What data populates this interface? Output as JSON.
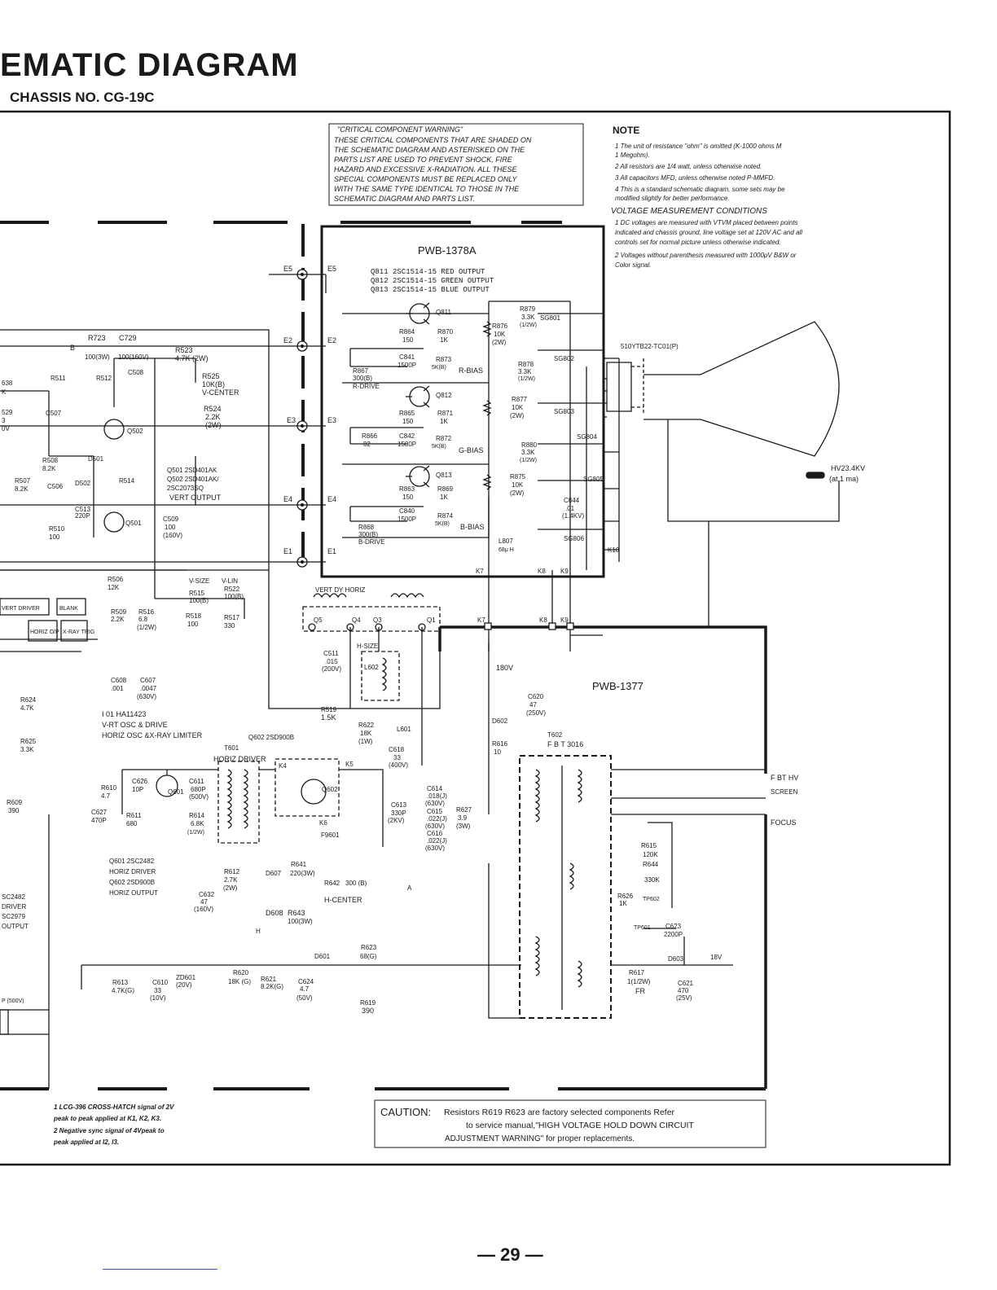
{
  "header": {
    "title": "EMATIC DIAGRAM",
    "chassis": "CHASSIS NO. CG-19C"
  },
  "warning_box": {
    "heading": "\"CRITICAL COMPONENT WARNING\"",
    "lines": [
      "THESE CRITICAL COMPONENTS THAT ARE SHADED ON",
      "THE SCHEMATIC DIAGRAM AND ASTERISKED ON THE",
      "PARTS LIST ARE USED TO PREVENT SHOCK, FIRE",
      "HAZARD AND EXCESSIVE X-RADIATION. ALL THESE",
      "SPECIAL COMPONENTS MUST BE REPLACED ONLY",
      "WITH THE SAME TYPE IDENTICAL TO THOSE IN THE",
      "SCHEMATIC DIAGRAM AND PARTS LIST."
    ]
  },
  "notes": {
    "heading": "NOTE",
    "items": [
      "1  The unit of resistance \"ohm\" is omitted (K-1000 ohms M",
      "   1 Megohm).",
      "2  All resistors are 1/4 watt, unless otherwise noted.",
      "3  All capacitors MFD, unless otherwise noted P-MMFD.",
      "4  This is a standard schematic diagram, some sets may be",
      "   modified slightly for better performance."
    ],
    "voltage_heading": "VOLTAGE MEASUREMENT CONDITIONS",
    "voltage_items": [
      "1  DC voltages are measured with VTVM placed between points",
      "   indicated and chassis ground, line voltage set at 120V AC and all",
      "   controls set for normal picture unless otherwise indicated.",
      "2  Voltages without parenthesis measured with 1000μV B&W or",
      "   Color signal."
    ]
  },
  "boards": {
    "pwb_1378a": "PWB-1378A",
    "pwb_1377": "PWB-1377"
  },
  "transistor_table": [
    "Q811   2SC1514-15   RED OUTPUT",
    "Q812   2SC1514-15   GREEN OUTPUT",
    "Q813   2SC1514-15   BLUE   OUTPUT"
  ],
  "crt": {
    "label": "510YTB22-TC01(P)",
    "hv": "HV23.4KV",
    "hv_current": "(at 1 ma)"
  },
  "connectors": [
    "E5",
    "E2",
    "E3",
    "E4",
    "E1"
  ],
  "components": {
    "r723": "R723",
    "c729": "C729",
    "r723_val": "100(3W)",
    "c729_val": "100(160V)",
    "r523": "R523",
    "r523_val": "4.7K (2W)",
    "r525": "R525",
    "r525_val": "10K(B)",
    "v_center": "V-CENTER",
    "r524": "R524",
    "r524_val": "2.2K",
    "r524_w": "(2W)",
    "r511": "R511",
    "r512": "R512",
    "c508": "C508",
    "c507": "C507",
    "q502": "Q502",
    "q501": "Q501",
    "d501": "D501",
    "d502": "D502",
    "r508": "R508",
    "r508_val": "8.2K",
    "r507": "R507",
    "r507_val": "8.2K",
    "c506": "C506",
    "r514": "R514",
    "c513": "C513",
    "c513_val": "220P",
    "r510": "R510",
    "r510_val": "100",
    "c509": "C509",
    "c509_val": "100",
    "c509_v": "(160V)",
    "q_table": [
      "Q501  2SD401AK",
      "Q502  2SD401AK/",
      "         2SC2073SQ",
      "VERT   OUTPUT"
    ],
    "r506": "R506",
    "r506_val": "12K",
    "v_size": "V-SIZE",
    "v_lin": "V-LIN",
    "r515": "R515",
    "r515_val": "100(B)",
    "r522": "R522",
    "r522_val": "100(B)",
    "r509": "R509",
    "r509_val": "2.2K",
    "r516": "R516",
    "r516_val": "6.8",
    "r516_w": "(1/2W)",
    "r518": "R518",
    "r518_val": "100",
    "r517": "R517",
    "r517_val": "330",
    "ic_driver": "VERT DRIVER",
    "ic_blank": "BLANK",
    "ic_horiz": "HORIZ O/P",
    "ic_xray": "X-RAY TRIG",
    "r864": "R864",
    "r864_val": "150",
    "r870": "R870",
    "r870_val": "1K",
    "c841": "C841",
    "c841_val": "1500P",
    "r873": "R873",
    "r873_val": "5K(B)",
    "r_bias": "R-BIAS",
    "r867": "R867",
    "r867_val": "300(B)",
    "r_drive": "R-DRIVE",
    "r876": "R876",
    "r876_val": "10K",
    "r876_w": "(2W)",
    "r879": "R879",
    "r879_val": "3.3K",
    "r879_w": "(1/2W)",
    "sg801": "SG801",
    "sg802": "SG802",
    "r878": "R878",
    "r878_val": "3.3K",
    "r878_w": "(1/2W)",
    "q811": "Q811",
    "q812": "Q812",
    "q813": "Q813",
    "r865": "R865",
    "r865_val": "150",
    "r871": "R871",
    "r871_val": "1K",
    "r866": "R866",
    "r866_val": "82",
    "c842": "C842",
    "c842_val": "1500P",
    "r872": "R872",
    "r872_val": "5K(B)",
    "g_bias": "G-BIAS",
    "r877": "R877",
    "r877_val": "10K",
    "r877_w": "(2W)",
    "sg803": "SG803",
    "sg804": "SG804",
    "r880": "R880",
    "r880_val": "3.3K",
    "r880_w": "(1/2W)",
    "r863": "R863",
    "r863_val": "150",
    "r869": "R869",
    "r869_val": "1K",
    "c840": "C840",
    "c840_val": "1500P",
    "r874": "R874",
    "r874_val": "5K(B)",
    "b_bias": "B-BIAS",
    "r868": "R868",
    "r868_val": "300(B)",
    "b_drive": "B-DRIVE",
    "r875": "R875",
    "r875_val": "10K",
    "r875_w": "(2W)",
    "sg805": "SG805",
    "c844": "C844",
    "c844_val": ".01",
    "c844_v": "(1.4KV)",
    "sg806": "SG806",
    "l807": "L807",
    "l807_val": "68μ H",
    "k7": "K7",
    "k8": "K8",
    "k9": "K9",
    "k10": "K10",
    "vert_dy": "VERT    DY    HORIZ",
    "q5": "Q5",
    "q4": "Q4",
    "q3": "Q3",
    "q1": "Q1",
    "c511": "C511",
    "c511_val": ".015",
    "c511_v": "(200V)",
    "h_size": "H-SIZE",
    "l602": "L602",
    "r519": "R519",
    "r519_val": "1.5K",
    "c608": "C608",
    "c608_val": ".001",
    "c607": "C607",
    "c607_val": ".0047",
    "c607_v": "(630V)",
    "ic_list": [
      "I 01  HA11423",
      "V-RT  OSC & DRIVE",
      "HORIZ  OSC &X-RAY LIMITER"
    ],
    "q602_label": "Q602  2SD900B",
    "t601": "T601",
    "horiz_driver": "HORIZ DRIVER",
    "r622": "R622",
    "r622_val": "18K",
    "r622_w": "(1W)",
    "l601": "L601",
    "c618": "C618",
    "c618_val": "33",
    "c618_v": "(400V)",
    "v180": "180V",
    "c620": "C620",
    "c620_val": "47",
    "c620_v": "(250V)",
    "d602": "D602",
    "r616": "R616",
    "r616_val": "10",
    "t602": "T602",
    "fbt": "F B T 3016",
    "c626": "C626",
    "c626_val": "10P",
    "r610": "R610",
    "r610_val": "4.7",
    "c627": "C627",
    "c627_val": "470P",
    "r611": "R611",
    "r611_val": "680",
    "c611": "C611",
    "c611_val": "680P",
    "c611_v": "(500V)",
    "r614": "R614",
    "r614_val": "6.8K",
    "r614_w": "(1/2W)",
    "q601": "Q601",
    "q602": "Q602",
    "k4": "K4",
    "k5": "K5",
    "k6": "K6",
    "f9601": "F9601",
    "c614": "C614",
    "c614_val": ".018(J)",
    "c614_v": "(630V)",
    "c613": "C613",
    "c613_val": "330P",
    "c613_v": "(2KV)",
    "c615": "C615",
    "c615_val": ".022(J)",
    "c615_v": "(630V)",
    "r627": "R627",
    "r627_val": "3.9",
    "r627_w": "(3W)",
    "c616": "C616",
    "c616_val": ".022(J)",
    "c616_v": "(630V)",
    "q_list": [
      "Q601  2SC2482",
      "HORIZ  DRIVER",
      "Q602  2SD900B",
      "HORIZ  OUTPUT"
    ],
    "r612": "R612",
    "r612_val": "2.7K",
    "r612_w": "(2W)",
    "r641": "R641",
    "r641_val": "220(3W)",
    "d607": "D607",
    "r642": "R642",
    "r642_val": "300 (B)",
    "h_center": "H-CENTER",
    "c632": "C632",
    "c632_val": "47",
    "c632_v": "(160V)",
    "d608": "D608",
    "r643": "R643",
    "r643_val": "100(3W)",
    "fbt_hv": "F BT  HV",
    "screen": "SCREEN",
    "focus": "FOCUS",
    "r615": "R615",
    "r615_val": "120K",
    "r644": "R644",
    "r644_val": "330K",
    "r626": "R626",
    "r626_val": "1K",
    "tp602": "TP602",
    "tp601": "TP601",
    "c623": "C623",
    "c623_val": "2200P",
    "d603": "D603",
    "v18": "18V",
    "r617": "R617",
    "r617_val": "1(1/2W)",
    "r617_fr": "FR",
    "c621": "C621",
    "c621_val": "470",
    "c621_v": "(25V)",
    "r623": "R623",
    "r623_val": "68(G)",
    "d601": "D601",
    "r613": "R613",
    "r613_val": "4.7K(G)",
    "c610": "C610",
    "c610_val": "33",
    "c610_v": "(10V)",
    "zd601": "ZD601",
    "zd601_v": "(20V)",
    "r620": "R620",
    "r620_val": "18K (G)",
    "r621": "R621",
    "r621_val": "8.2K(G)",
    "c624": "C624",
    "c624_val": "4.7",
    "c624_v": "(50V)",
    "r619": "R619",
    "r619_val": "390",
    "r609": "R609",
    "r609_val": "390",
    "r624": "R624",
    "r624_val": "4.7K",
    "r625": "R625",
    "r625_val": "3.3K",
    "left_q_list": [
      "SC2482",
      "DRIVER",
      "SC2979",
      "OUTPUT"
    ],
    "left_misc": [
      "638",
      "K",
      "529",
      "3",
      "0V",
      "P (500V)"
    ],
    "b_label": "B",
    "a_label": "A",
    "h_label": "H"
  },
  "footnotes": [
    "1  LCG-396 CROSS-HATCH signal of 2V",
    "   peak to peak applied at K1, K2, K3.",
    "2  Negative sync signal of 4Vpeak to",
    "   peak applied at I2, I3."
  ],
  "caution": {
    "lead": "CAUTION:",
    "line1": "Resistors R619 R623 are factory selected components Refer",
    "line2": "to service manual,\"HIGH VOLTAGE HOLD DOWN CIRCUIT",
    "line3": "ADJUSTMENT WARNING\" for proper replacements."
  },
  "page": {
    "number": "— 29 —"
  }
}
